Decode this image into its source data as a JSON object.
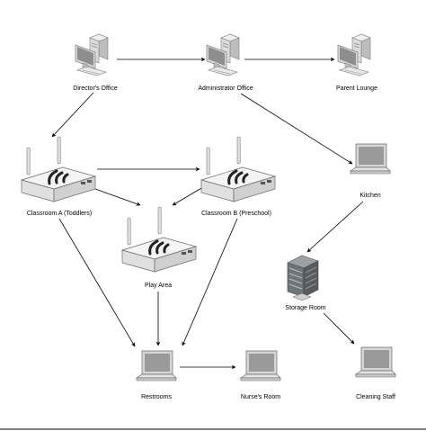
{
  "diagram": {
    "nodes": {
      "directors_office": {
        "label": "Director's Office",
        "icon": "desktop-computer-icon"
      },
      "admin_office": {
        "label": "Administrator Office",
        "icon": "desktop-computer-icon"
      },
      "parent_lounge": {
        "label": "Parent Lounge",
        "icon": "desktop-computer-icon"
      },
      "classroom_a": {
        "label": "Classroom A (Toddlers)",
        "icon": "wireless-router-icon"
      },
      "classroom_b": {
        "label": "Classroom B (Preschool)",
        "icon": "wireless-router-icon"
      },
      "play_area": {
        "label": "Play Area",
        "icon": "wireless-router-icon"
      },
      "kitchen": {
        "label": "Kitchen",
        "icon": "laptop-icon"
      },
      "storage_room": {
        "label": "Storage Room",
        "icon": "server-building-icon"
      },
      "restrooms": {
        "label": "Restrooms",
        "icon": "laptop-icon"
      },
      "nurses_room": {
        "label": "Nurse's Room",
        "icon": "laptop-icon"
      },
      "cleaning_staff": {
        "label": "Cleaning Staff",
        "icon": "laptop-icon"
      }
    },
    "edges": [
      {
        "from": "directors_office",
        "to": "admin_office"
      },
      {
        "from": "admin_office",
        "to": "parent_lounge"
      },
      {
        "from": "directors_office",
        "to": "classroom_a"
      },
      {
        "from": "admin_office",
        "to": "kitchen"
      },
      {
        "from": "classroom_a",
        "to": "classroom_b"
      },
      {
        "from": "classroom_a",
        "to": "play_area"
      },
      {
        "from": "classroom_b",
        "to": "play_area"
      },
      {
        "from": "classroom_a",
        "to": "restrooms"
      },
      {
        "from": "play_area",
        "to": "restrooms"
      },
      {
        "from": "classroom_b",
        "to": "restrooms"
      },
      {
        "from": "kitchen",
        "to": "storage_room"
      },
      {
        "from": "storage_room",
        "to": "cleaning_staff"
      },
      {
        "from": "restrooms",
        "to": "nurses_room"
      }
    ],
    "colors": {
      "line": "#000000",
      "router_body": "#f4f4f4",
      "router_side": "#d4d4d4",
      "device_grey": "#e6e6e6",
      "device_dark": "#9a9a9a",
      "building_dark": "#6e7478"
    }
  }
}
